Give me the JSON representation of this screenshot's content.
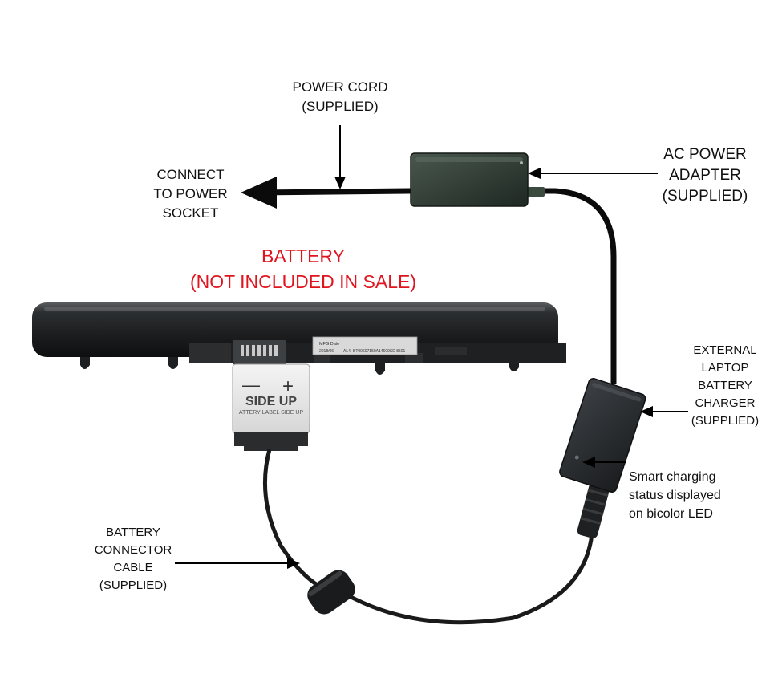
{
  "power_cord": {
    "lines": [
      "POWER CORD",
      "(SUPPLIED)"
    ]
  },
  "socket": {
    "lines": [
      "CONNECT",
      "TO POWER",
      "SOCKET"
    ]
  },
  "ac_adapter": {
    "lines": [
      "AC POWER",
      "ADAPTER",
      "(SUPPLIED)"
    ]
  },
  "battery": {
    "lines": [
      "BATTERY",
      "(NOT INCLUDED IN SALE)"
    ]
  },
  "battery_label": {
    "small_title": "MFG Date",
    "small_code": "2018/06",
    "small_model": "AL4",
    "serial": "BT00607159A14609SD  8501"
  },
  "connector_tag": {
    "minus": "—",
    "plus": "+",
    "side_up": "SIDE UP",
    "sub": "ATTERY LABEL SIDE UP"
  },
  "charger": {
    "lines": [
      "EXTERNAL",
      "LAPTOP",
      "BATTERY",
      "CHARGER",
      "(SUPPLIED)"
    ]
  },
  "led": {
    "lines": [
      "Smart charging",
      "status displayed",
      "on bicolor LED"
    ]
  },
  "cable": {
    "lines": [
      "BATTERY",
      "CONNECTOR",
      "CABLE",
      "(SUPPLIED)"
    ]
  },
  "colors": {
    "label_text": "#111111",
    "battery_title": "#e0141e",
    "device": "#2a2d2f",
    "adapter": "#2e3b33"
  }
}
